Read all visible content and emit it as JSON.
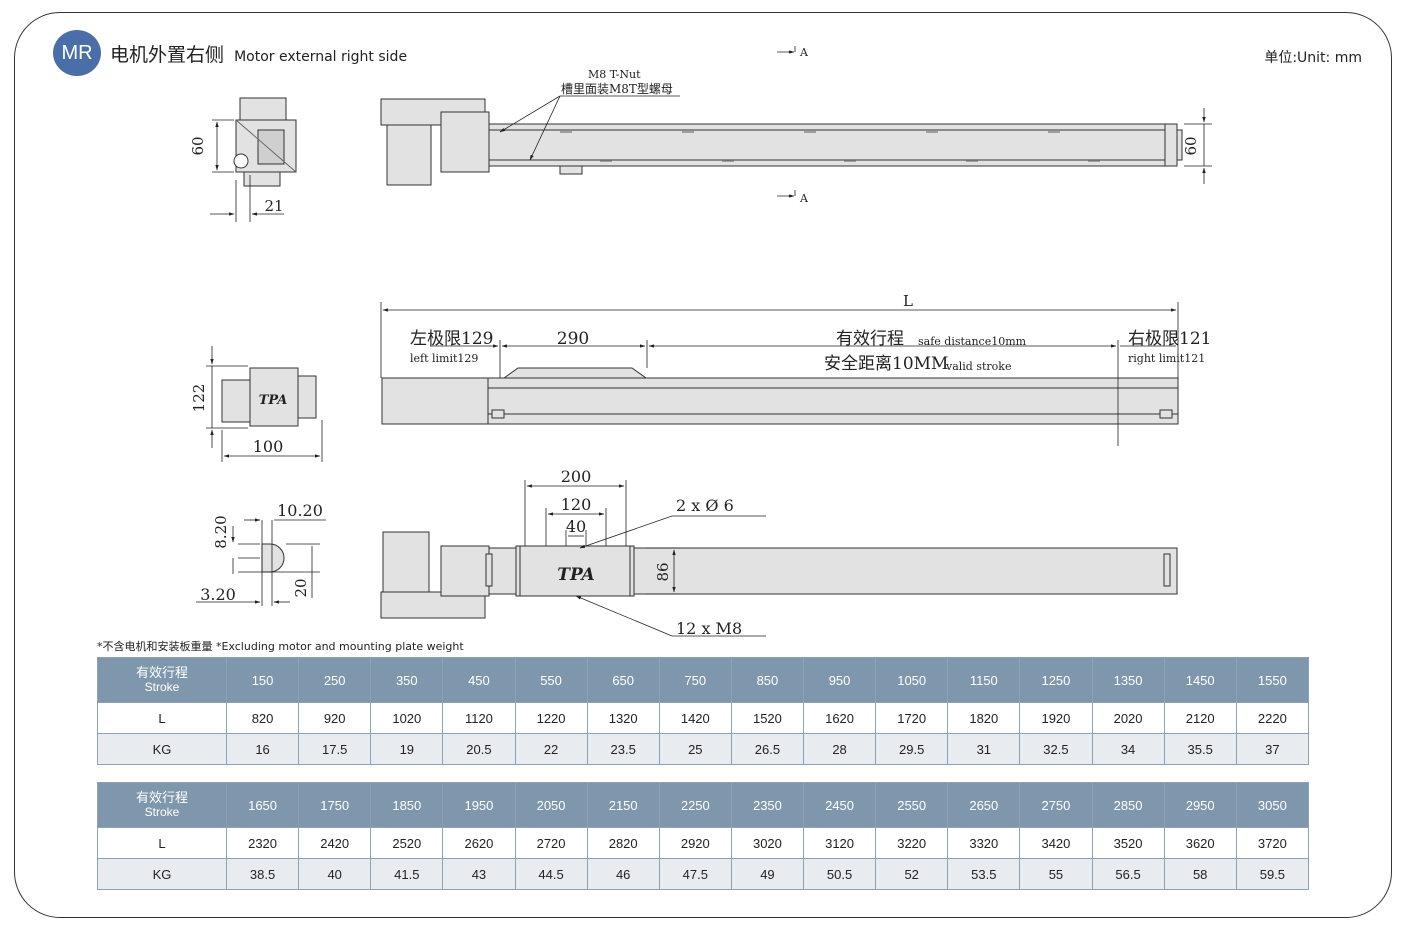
{
  "header": {
    "badge": "MR",
    "title_cn": "电机外置右侧",
    "title_en": "Motor external right side",
    "unit": "单位:Unit: mm"
  },
  "drawing_labels": {
    "section_a_top": "A",
    "section_a_bottom": "A",
    "tnut_en": "M8 T-Nut",
    "tnut_cn": "槽里面装M8T型螺母",
    "dim_60_left": "60",
    "dim_21": "21",
    "dim_60_right": "60",
    "dim_L": "L",
    "left_limit_cn": "左极限129",
    "left_limit_en": "left limit129",
    "dim_290": "290",
    "stroke_cn": "有效行程",
    "stroke_en": "safe distance10mm",
    "safe_cn": "安全距离10MM",
    "safe_en": "valid stroke",
    "right_limit_cn": "右极限121",
    "right_limit_en": "right limit121",
    "dim_122": "122",
    "dim_100": "100",
    "logo1": "TPA",
    "logo2": "TPA",
    "dim_200": "200",
    "dim_120": "120",
    "dim_40": "40",
    "holes": "2 x Ø 6",
    "dim_86": "86",
    "threads": "12 x  M8",
    "dim_10_20": "10.20",
    "dim_8_20": "8.20",
    "dim_3_20": "3.20",
    "dim_20": "20"
  },
  "note": "*不含电机和安装板重量 *Excluding motor and mounting plate weight",
  "table1": {
    "stroke_label_cn": "有效行程",
    "stroke_label_en": "Stroke",
    "l_label": "L",
    "kg_label": "KG",
    "stroke": [
      "150",
      "250",
      "350",
      "450",
      "550",
      "650",
      "750",
      "850",
      "950",
      "1050",
      "1150",
      "1250",
      "1350",
      "1450",
      "1550"
    ],
    "L": [
      "820",
      "920",
      "1020",
      "1120",
      "1220",
      "1320",
      "1420",
      "1520",
      "1620",
      "1720",
      "1820",
      "1920",
      "2020",
      "2120",
      "2220"
    ],
    "KG": [
      "16",
      "17.5",
      "19",
      "20.5",
      "22",
      "23.5",
      "25",
      "26.5",
      "28",
      "29.5",
      "31",
      "32.5",
      "34",
      "35.5",
      "37"
    ]
  },
  "table2": {
    "stroke_label_cn": "有效行程",
    "stroke_label_en": "Stroke",
    "l_label": "L",
    "kg_label": "KG",
    "stroke": [
      "1650",
      "1750",
      "1850",
      "1950",
      "2050",
      "2150",
      "2250",
      "2350",
      "2450",
      "2550",
      "2650",
      "2750",
      "2850",
      "2950",
      "3050"
    ],
    "L": [
      "2320",
      "2420",
      "2520",
      "2620",
      "2720",
      "2820",
      "2920",
      "3020",
      "3120",
      "3220",
      "3320",
      "3420",
      "3520",
      "3620",
      "3720"
    ],
    "KG": [
      "38.5",
      "40",
      "41.5",
      "43",
      "44.5",
      "46",
      "47.5",
      "49",
      "50.5",
      "52",
      "53.5",
      "55",
      "56.5",
      "58",
      "59.5"
    ]
  },
  "colors": {
    "badge": "#4a6fa8",
    "table_header": "#7f97ad",
    "table_alt_row": "#e8ecf1",
    "part_fill": "#e2e2e2"
  }
}
